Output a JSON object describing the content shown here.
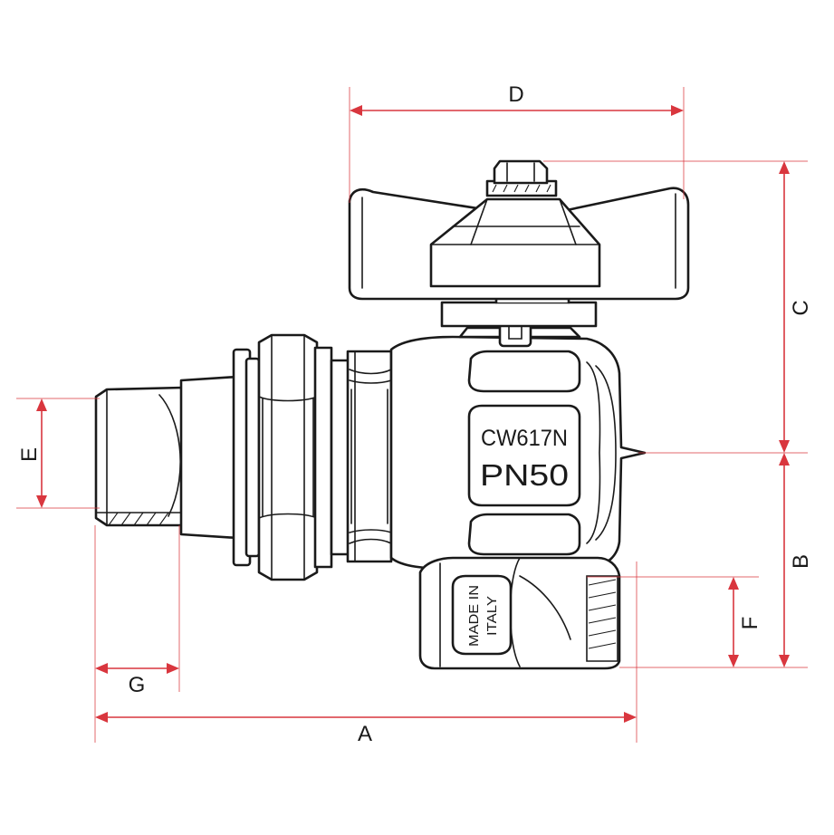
{
  "diagram": {
    "body_marking_material": "CW617N",
    "body_marking_pressure": "PN50",
    "origin_marking_line1": "MADE IN",
    "origin_marking_line2": "ITALY",
    "dimensions": {
      "A": "A",
      "B": "B",
      "C": "C",
      "D": "D",
      "E": "E",
      "F": "F",
      "G": "G"
    },
    "colors": {
      "dimension_lines": "#d9363e",
      "outline": "#1a1a1a"
    }
  }
}
